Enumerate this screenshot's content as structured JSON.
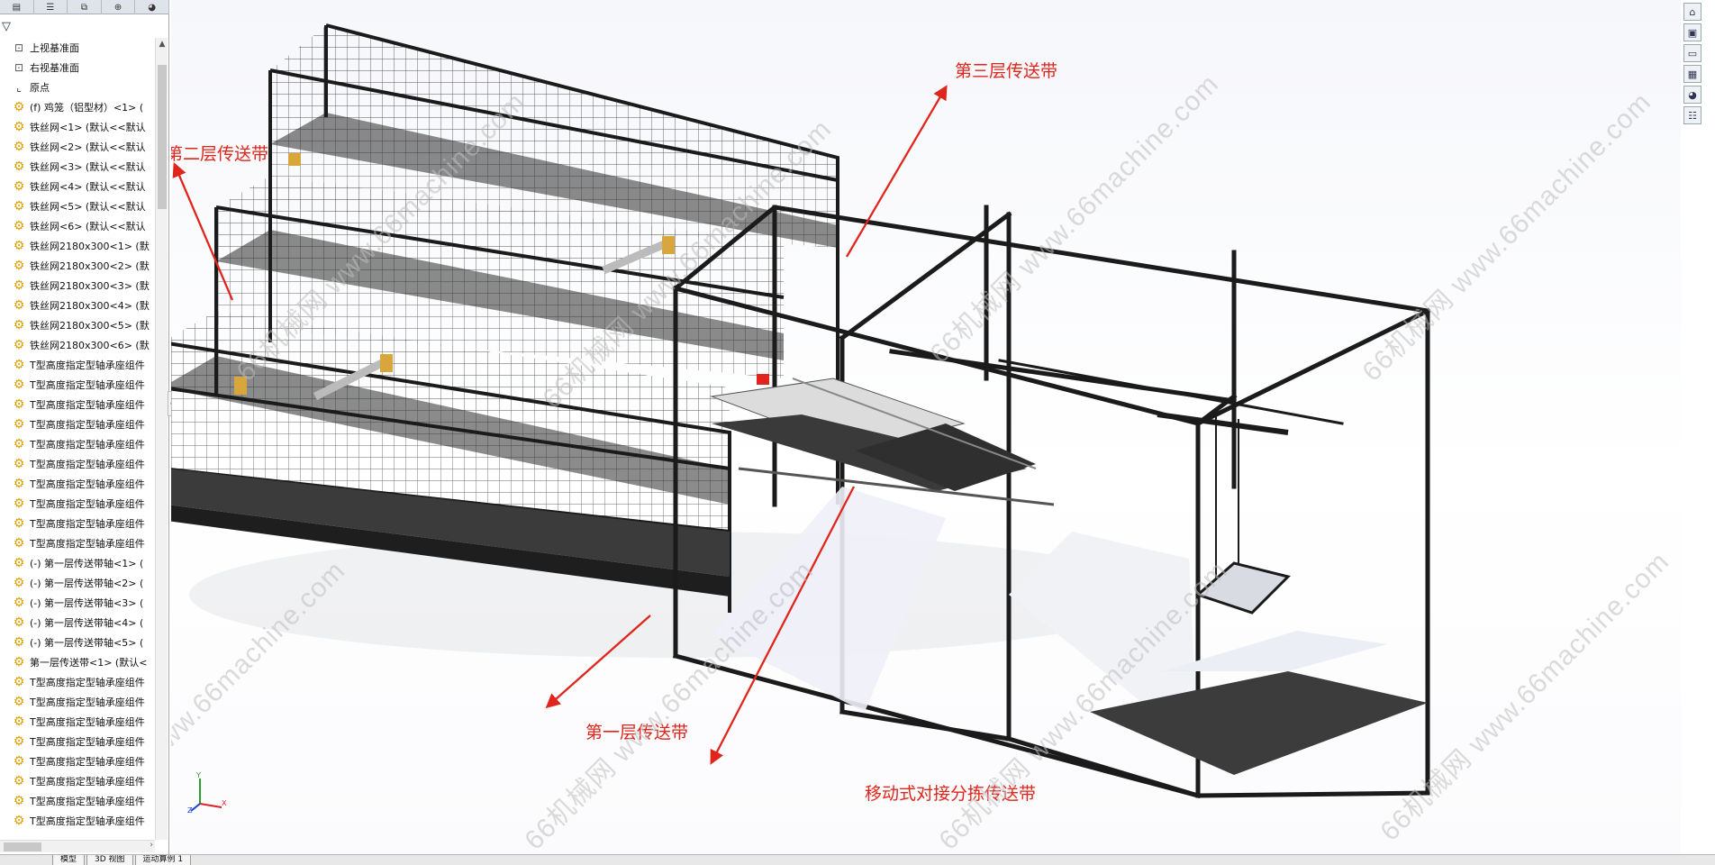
{
  "toolbar_tabs": [
    {
      "icon": "feature-manager-icon",
      "glyph": "▤"
    },
    {
      "icon": "property-manager-icon",
      "glyph": "☰"
    },
    {
      "icon": "configuration-manager-icon",
      "glyph": "⧉"
    },
    {
      "icon": "dimxpert-icon",
      "glyph": "⊕"
    },
    {
      "icon": "display-manager-icon",
      "glyph": "◕"
    }
  ],
  "tree": {
    "items": [
      {
        "icon": "plane",
        "label": "上视基准面"
      },
      {
        "icon": "plane",
        "label": "右视基准面"
      },
      {
        "icon": "origin",
        "label": "原点"
      },
      {
        "icon": "part",
        "label": "(f) 鸡笼（铝型材）<1> ("
      },
      {
        "icon": "part",
        "label": "铁丝网<1> (默认<<默认"
      },
      {
        "icon": "part",
        "label": "铁丝网<2> (默认<<默认"
      },
      {
        "icon": "part",
        "label": "铁丝网<3> (默认<<默认"
      },
      {
        "icon": "part",
        "label": "铁丝网<4> (默认<<默认"
      },
      {
        "icon": "part",
        "label": "铁丝网<5> (默认<<默认"
      },
      {
        "icon": "part",
        "label": "铁丝网<6> (默认<<默认"
      },
      {
        "icon": "part",
        "label": "铁丝网2180x300<1> (默"
      },
      {
        "icon": "part",
        "label": "铁丝网2180x300<2> (默"
      },
      {
        "icon": "part",
        "label": "铁丝网2180x300<3> (默"
      },
      {
        "icon": "part",
        "label": "铁丝网2180x300<4> (默"
      },
      {
        "icon": "part",
        "label": "铁丝网2180x300<5> (默"
      },
      {
        "icon": "part",
        "label": "铁丝网2180x300<6> (默"
      },
      {
        "icon": "part",
        "label": "T型高度指定型轴承座组件"
      },
      {
        "icon": "part",
        "label": "T型高度指定型轴承座组件"
      },
      {
        "icon": "part",
        "label": "T型高度指定型轴承座组件"
      },
      {
        "icon": "part",
        "label": "T型高度指定型轴承座组件"
      },
      {
        "icon": "part",
        "label": "T型高度指定型轴承座组件"
      },
      {
        "icon": "part",
        "label": "T型高度指定型轴承座组件"
      },
      {
        "icon": "part",
        "label": "T型高度指定型轴承座组件"
      },
      {
        "icon": "part",
        "label": "T型高度指定型轴承座组件"
      },
      {
        "icon": "part",
        "label": "T型高度指定型轴承座组件"
      },
      {
        "icon": "part",
        "label": "T型高度指定型轴承座组件"
      },
      {
        "icon": "part",
        "label": "(-) 第一层传送带轴<1> ("
      },
      {
        "icon": "part",
        "label": "(-) 第一层传送带轴<2> ("
      },
      {
        "icon": "part",
        "label": "(-) 第一层传送带轴<3> ("
      },
      {
        "icon": "part",
        "label": "(-) 第一层传送带轴<4> ("
      },
      {
        "icon": "part",
        "label": "(-) 第一层传送带轴<5> ("
      },
      {
        "icon": "part",
        "label": "第一层传送带<1> (默认<"
      },
      {
        "icon": "part",
        "label": "T型高度指定型轴承座组件"
      },
      {
        "icon": "part",
        "label": "T型高度指定型轴承座组件"
      },
      {
        "icon": "part",
        "label": "T型高度指定型轴承座组件"
      },
      {
        "icon": "part",
        "label": "T型高度指定型轴承座组件"
      },
      {
        "icon": "part",
        "label": "T型高度指定型轴承座组件"
      },
      {
        "icon": "part",
        "label": "T型高度指定型轴承座组件"
      },
      {
        "icon": "part",
        "label": "T型高度指定型轴承座组件"
      },
      {
        "icon": "part",
        "label": "T型高度指定型轴承座组件"
      }
    ]
  },
  "bottom_tabs": [
    "模型",
    "3D 视图",
    "运动算例 1"
  ],
  "right_strip": [
    {
      "icon": "home-icon",
      "glyph": "⌂"
    },
    {
      "icon": "resources-icon",
      "glyph": "▣"
    },
    {
      "icon": "file-explorer-icon",
      "glyph": "▭"
    },
    {
      "icon": "view-palette-icon",
      "glyph": "▦"
    },
    {
      "icon": "appearance-icon",
      "glyph": "◕"
    },
    {
      "icon": "custom-properties-icon",
      "glyph": "☷"
    }
  ],
  "callouts": {
    "layer3": "第三层传送带",
    "layer2": "第二层传送带",
    "layer1": "第一层传送带",
    "sorting": "移动式对接分拣传送带"
  },
  "watermark_text": "66机械网 www.66machine.com",
  "triad_axes": {
    "y": "Y",
    "x": "X",
    "z": "Z"
  },
  "colors": {
    "callout": "#e0261c",
    "frame": "#1b1b1b",
    "panel": "#4a4a4a"
  }
}
